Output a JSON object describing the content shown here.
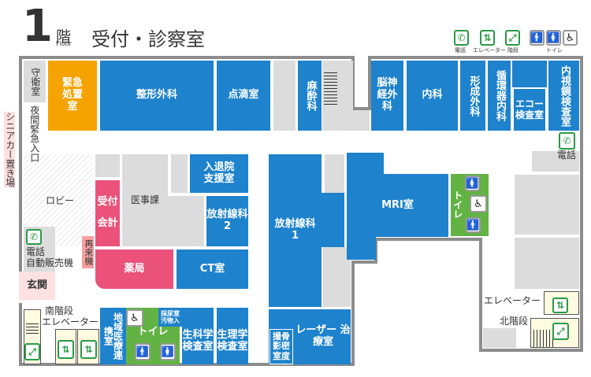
{
  "header": {
    "floor_number": "1",
    "floor_kanji": "階",
    "floor_en": "Floor",
    "title": "受付・診察室"
  },
  "legend": {
    "phone": "電話",
    "elevator": "エレベーター",
    "stairs": "階段",
    "toilet": "トイレ"
  },
  "icons": {
    "male": "🚹",
    "female": "🚺",
    "accessible": "♿",
    "phone": "✆",
    "elevator": "⇅",
    "stairs": "⤢"
  },
  "rooms": {
    "guard": "守衛室",
    "night_entrance": "夜間緊急入口",
    "emergency": "緊急処置室",
    "orthopedics": "整形外科",
    "infusion": "点滴室",
    "anesthesia": "麻酔科",
    "neurosurgery": "脳神経外科",
    "internal": "内科",
    "plastic": "形成外科",
    "cardio": "循環器内科",
    "echo": "エコー検査室",
    "endoscopy": "内視鏡検査室",
    "lobby": "ロビー",
    "reception": "受付",
    "accounting": "会計",
    "medical_affairs": "医事課",
    "admission": "入退院支援室",
    "radiology2": "放射線科\n2",
    "radiology1": "放射線科\n1",
    "mri": "MRI室",
    "pharmacy": "薬局",
    "ct": "CT室",
    "reentry": "再来機",
    "entrance": "玄関",
    "phone_vending": "電話\n自動販売機",
    "senior_car": "シニアカー置き場",
    "south_stairs": "南階段",
    "south_elevator": "エレベーター",
    "regional": "地域医療連携室",
    "regional_a": "地域",
    "regional_b": "医療",
    "regional_c": "連携室",
    "toilet": "トイレ",
    "urine": "採尿室\n汚物入",
    "biochem": "生科学\n検査室",
    "physio": "生理学\n検査室",
    "bone": "撮骨\n影密\n室度",
    "laser": "レーザー\n治療室",
    "north_elevator": "エレベーター",
    "north_stairs": "北階段",
    "phone_right": "電話"
  },
  "colors": {
    "clinic": "#1e82cc",
    "emergency": "#f5a300",
    "reception": "#ea527a",
    "facility": "#62b344",
    "wall": "#8c8c8c"
  }
}
